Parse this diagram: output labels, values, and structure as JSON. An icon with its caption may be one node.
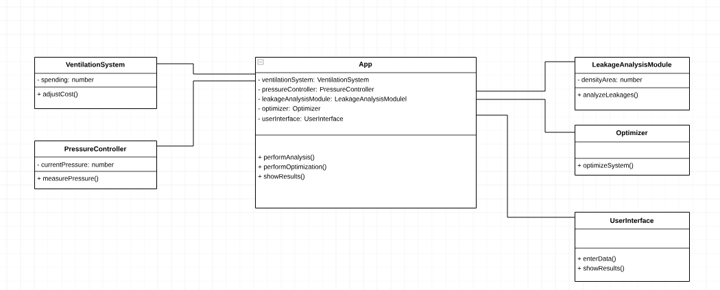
{
  "diagram": {
    "nodes": [
      {
        "text": [
          "VentilationSystem",
          "- spending: number",
          "+ adjustCost()"
        ]
      },
      {
        "text": [
          "App",
          "- ventilationSystem: VentilationSystem",
          "- pressureController: PressureController",
          "- leakageAnalysisModule: LeakageAnalysisModulel",
          "- optimizer: Optimizer",
          "- userInterface: UserInterface",
          "+ performAnalysis()",
          "+ performOptimization()",
          "+ showResults()"
        ]
      },
      {
        "text": [
          "LeakageAnalysisModule",
          "- densityArea: number",
          "+ analyzeLeakages()"
        ]
      },
      {
        "text": [
          "PressureController",
          "- currentPressure: number",
          "+ measurePressure()"
        ]
      },
      {
        "text": [
          "Optimizer",
          "+ optimizeSystem()"
        ]
      },
      {
        "text": [
          "UserInterface",
          "+ enterData()",
          "+ showResults()"
        ]
      }
    ],
    "edges": [
      {
        "from": 0,
        "to": 1,
        "arrow": "none"
      },
      {
        "from": 3,
        "to": 1,
        "arrow": "none"
      },
      {
        "from": 1,
        "to": 2,
        "arrow": "none"
      },
      {
        "from": 1,
        "to": 4,
        "arrow": "none"
      },
      {
        "from": 1,
        "to": 5,
        "arrow": "none"
      }
    ]
  }
}
